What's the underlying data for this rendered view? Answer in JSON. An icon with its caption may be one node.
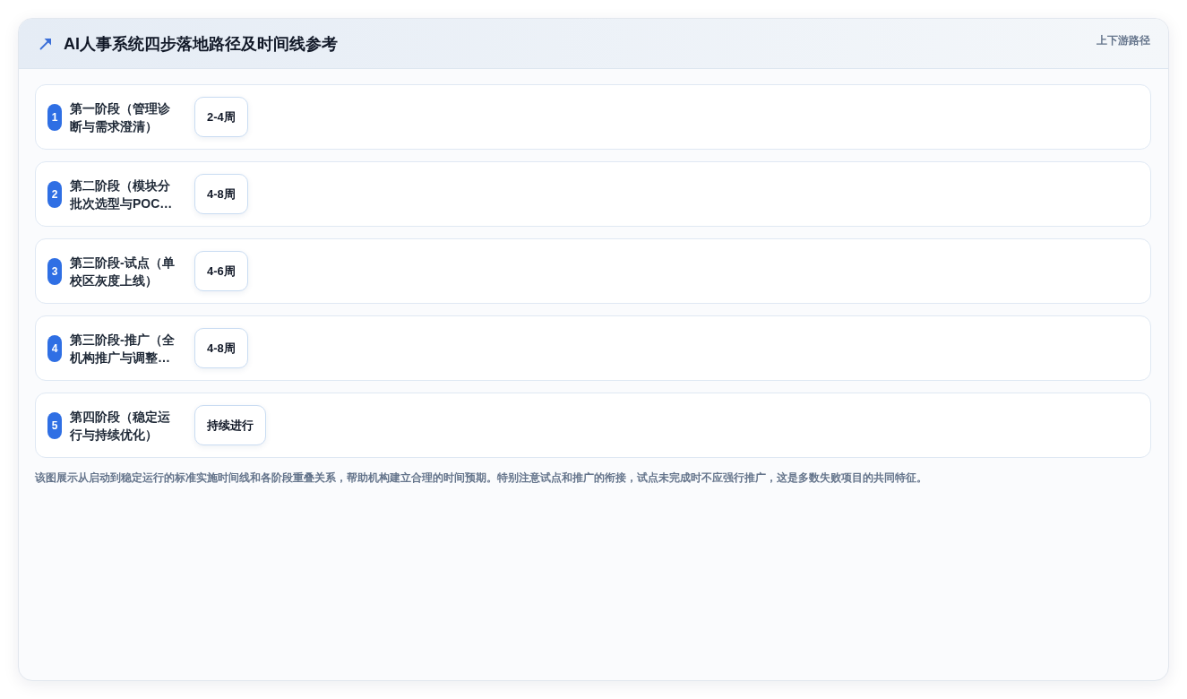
{
  "diagram": {
    "title": "AI人事系统四步落地路径及时间线参考",
    "caption": "该图展示从启动到稳定运行的标准实施时间线和各阶段重叠关系，帮助机构建立合理的时间预期。特别注意试点和推广的衔接，试点未完成时不应强行推广，这是多数失败项目的共同特征。",
    "nodes": [
      {
        "text": [
          "第一阶段（管理诊断与需求澄清）"
        ]
      },
      {
        "text": [
          "1"
        ],
        "in": 0
      },
      {
        "text": [
          "2-4周"
        ],
        "in": 0
      },
      {
        "text": [
          "第二阶段（模块分批次选型与POC…"
        ]
      },
      {
        "text": [
          "2"
        ],
        "in": 3
      },
      {
        "text": [
          "4-8周"
        ],
        "in": 3
      },
      {
        "text": [
          "第三阶段-试点（单校区灰度上线）"
        ]
      },
      {
        "text": [
          "3"
        ],
        "in": 6
      },
      {
        "text": [
          "4-6周"
        ],
        "in": 6
      },
      {
        "text": [
          "第三阶段-推广（全机构推广与调整…"
        ]
      },
      {
        "text": [
          "4"
        ],
        "in": 9
      },
      {
        "text": [
          "4-8周"
        ],
        "in": 9
      },
      {
        "text": [
          "第四阶段（稳定运行与持续优化）"
        ]
      },
      {
        "text": [
          "5"
        ],
        "in": 12
      },
      {
        "text": [
          "持续进行"
        ],
        "in": 12
      }
    ],
    "labels": [
      "上下游路径"
    ]
  }
}
